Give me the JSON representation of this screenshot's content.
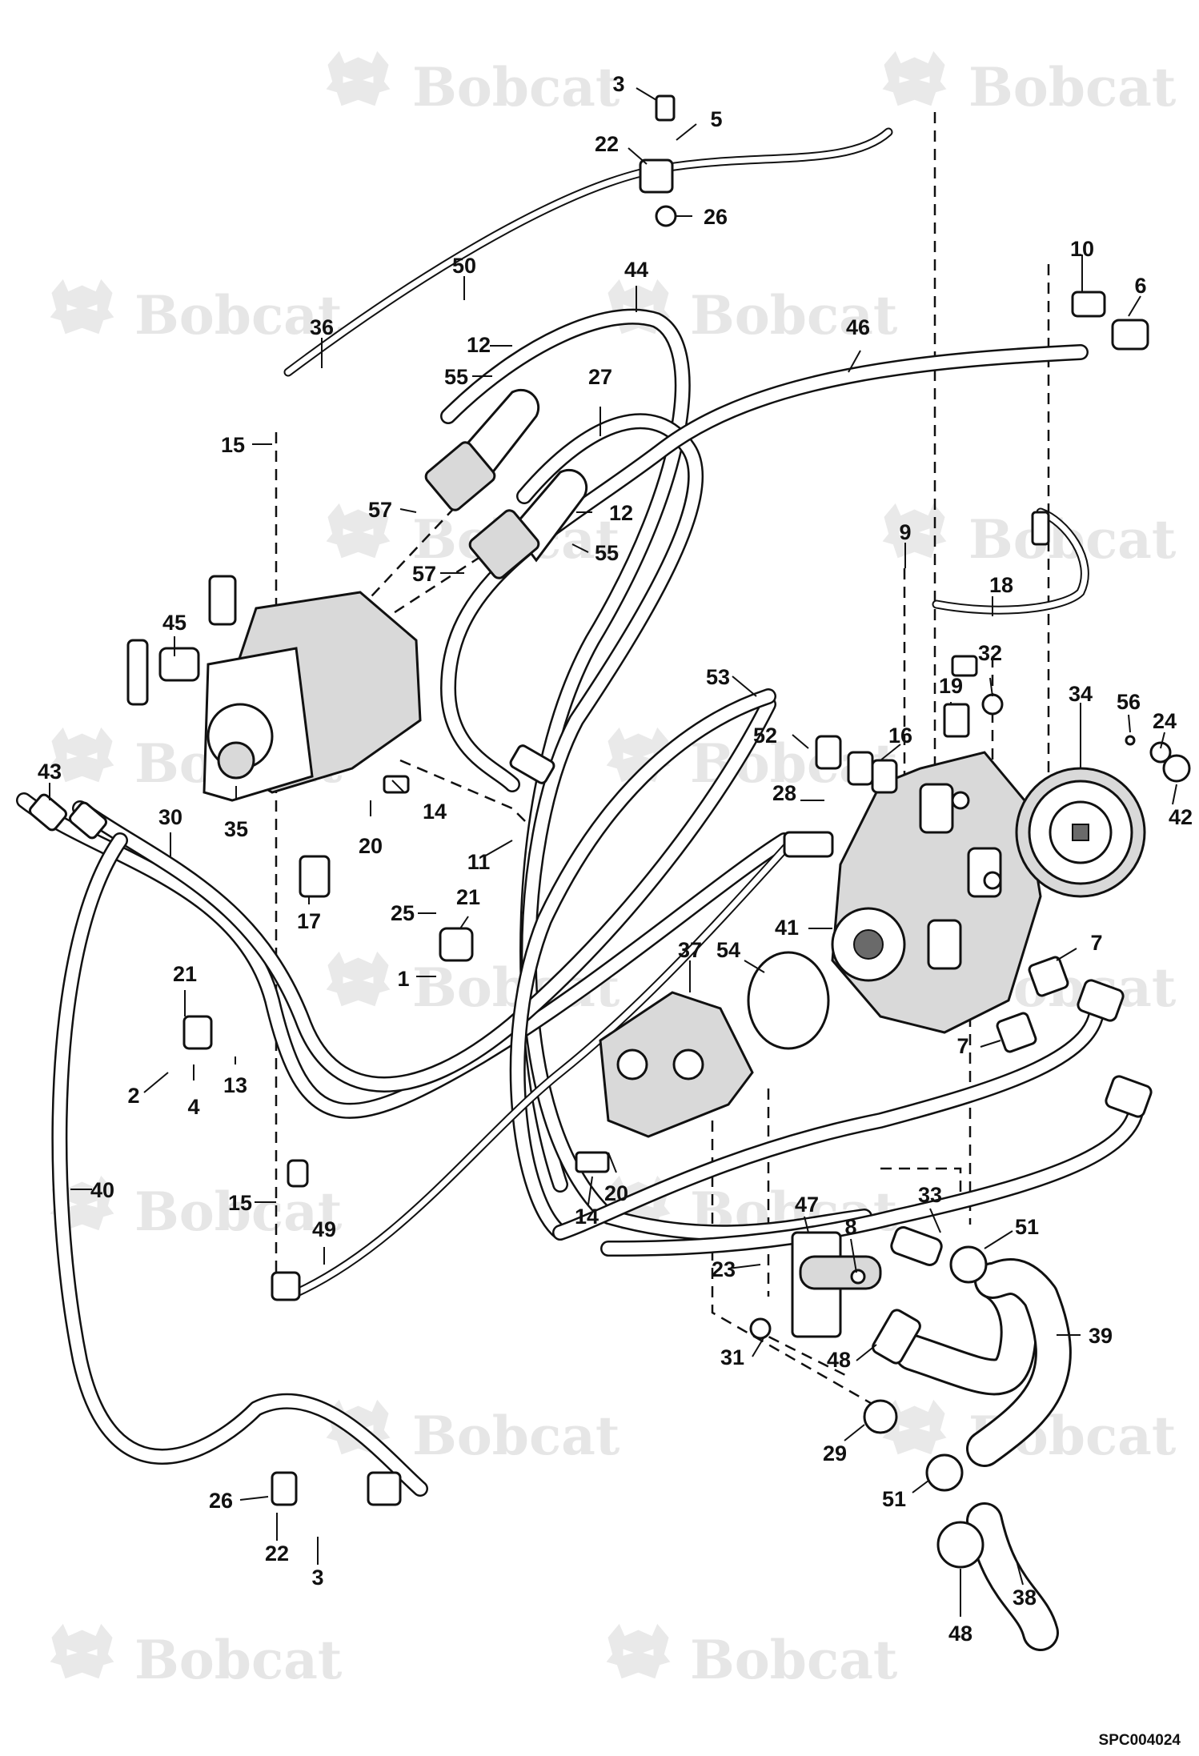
{
  "watermark_text": "Bobcat",
  "image_code": "SPC004024",
  "callouts": [
    {
      "label": "3"
    },
    {
      "label": "5"
    },
    {
      "label": "22"
    },
    {
      "label": "26"
    },
    {
      "label": "50"
    },
    {
      "label": "44"
    },
    {
      "label": "10"
    },
    {
      "label": "6"
    },
    {
      "label": "36"
    },
    {
      "label": "12"
    },
    {
      "label": "55"
    },
    {
      "label": "27"
    },
    {
      "label": "46"
    },
    {
      "label": "15"
    },
    {
      "label": "57"
    },
    {
      "label": "12"
    },
    {
      "label": "55"
    },
    {
      "label": "57"
    },
    {
      "label": "9"
    },
    {
      "label": "18"
    },
    {
      "label": "45"
    },
    {
      "label": "53"
    },
    {
      "label": "32"
    },
    {
      "label": "19"
    },
    {
      "label": "34"
    },
    {
      "label": "56"
    },
    {
      "label": "24"
    },
    {
      "label": "52"
    },
    {
      "label": "16"
    },
    {
      "label": "42"
    },
    {
      "label": "43"
    },
    {
      "label": "30"
    },
    {
      "label": "35"
    },
    {
      "label": "14"
    },
    {
      "label": "20"
    },
    {
      "label": "28"
    },
    {
      "label": "11"
    },
    {
      "label": "17"
    },
    {
      "label": "25"
    },
    {
      "label": "21"
    },
    {
      "label": "41"
    },
    {
      "label": "1"
    },
    {
      "label": "37"
    },
    {
      "label": "54"
    },
    {
      "label": "7"
    },
    {
      "label": "21"
    },
    {
      "label": "7"
    },
    {
      "label": "2"
    },
    {
      "label": "4"
    },
    {
      "label": "13"
    },
    {
      "label": "14"
    },
    {
      "label": "20"
    },
    {
      "label": "40"
    },
    {
      "label": "15"
    },
    {
      "label": "47"
    },
    {
      "label": "33"
    },
    {
      "label": "8"
    },
    {
      "label": "51"
    },
    {
      "label": "49"
    },
    {
      "label": "23"
    },
    {
      "label": "39"
    },
    {
      "label": "31"
    },
    {
      "label": "48"
    },
    {
      "label": "29"
    },
    {
      "label": "51"
    },
    {
      "label": "26"
    },
    {
      "label": "22"
    },
    {
      "label": "3"
    },
    {
      "label": "38"
    },
    {
      "label": "48"
    }
  ]
}
